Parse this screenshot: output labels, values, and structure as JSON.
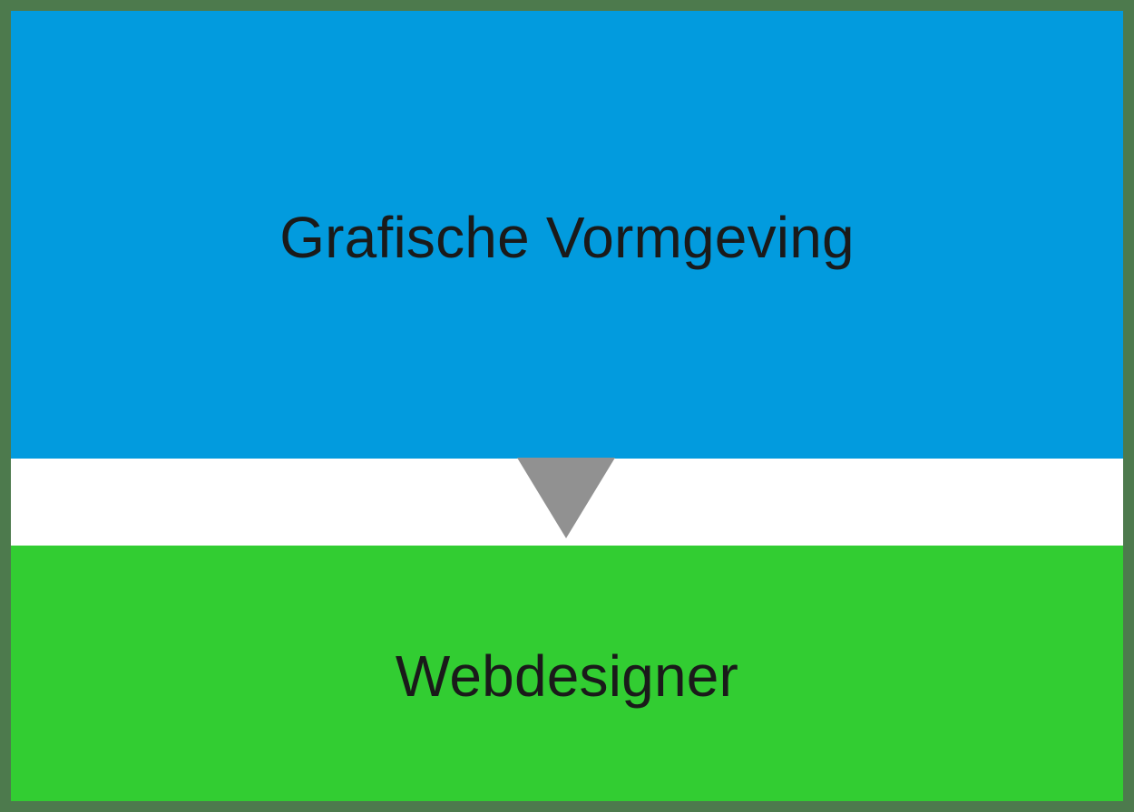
{
  "diagram": {
    "type": "hierarchy-flow",
    "background_color": "#ffffff",
    "border_color": "#4d7a4d",
    "nodes": [
      {
        "id": "parent",
        "label": "Grafische Vormgeving",
        "fill_color": "#029bde",
        "text_color": "#1a1a1a",
        "role": "parent-category"
      },
      {
        "id": "child",
        "label": "Webdesigner",
        "fill_color": "#32cd32",
        "text_color": "#1a1a1a",
        "role": "child-category"
      }
    ],
    "connector": {
      "kind": "arrow-head-down",
      "color": "#919191",
      "from": "parent",
      "to": "child"
    }
  }
}
